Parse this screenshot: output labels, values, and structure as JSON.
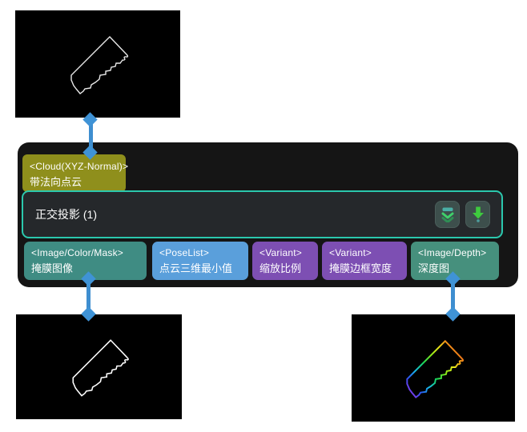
{
  "node": {
    "title": "正交投影 (1)",
    "input_port": {
      "type": "<Cloud(XYZ-Normal)>",
      "label": "带法向点云",
      "color": "#8f8f1c"
    },
    "output_ports": [
      {
        "type": "<Image/Color/Mask>",
        "label": "掩膜图像",
        "color": "#3f8c83"
      },
      {
        "type": "<PoseList>",
        "label": "点云三维最小值",
        "color": "#5a9fdb"
      },
      {
        "type": "<Variant>",
        "label": "缩放比例",
        "color": "#7d4fb3"
      },
      {
        "type": "<Variant>",
        "label": "掩膜边框宽度",
        "color": "#7d4fb3"
      },
      {
        "type": "<Image/Depth>",
        "label": "深度图",
        "color": "#46907d"
      }
    ],
    "toolbar": {
      "collapse_button_icon": "collapse-chevrons-icon",
      "run_button_icon": "download-arrow-icon"
    }
  },
  "previews": {
    "top": "point-cloud-contour-preview",
    "bottom_left": "mask-image-contour-preview",
    "bottom_right": "depth-map-color-contour-preview"
  },
  "colors": {
    "connector_line": "#3e8ed0",
    "connector_diamond": "#3f93d6",
    "node_background": "#151515",
    "node_body_background": "#25282b",
    "node_body_border": "#2bc8ad",
    "button_background": "#3d4f4c",
    "icon_teal": "#4aafa5",
    "icon_green_bright": "#3fd06a",
    "icon_green_dim": "#2f8f55",
    "icon_arrow_green": "#3ecb3e",
    "panel_background": "#000000"
  }
}
